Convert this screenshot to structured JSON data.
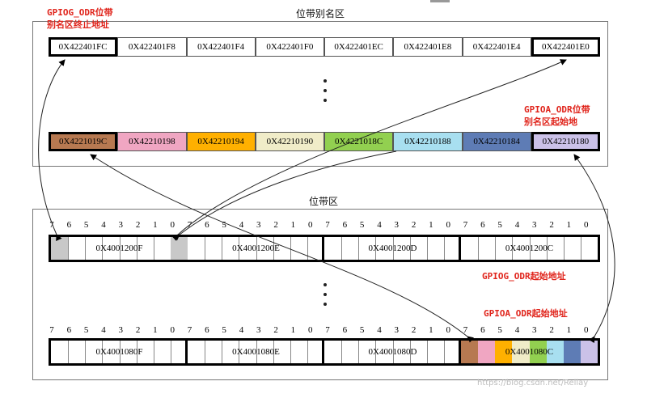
{
  "alias_region": {
    "title": "位带别名区",
    "row1": [
      "0X422401FC",
      "0X422401F8",
      "0X422401F4",
      "0X422401F0",
      "0X422401EC",
      "0X422401E8",
      "0X422401E4",
      "0X422401E0"
    ],
    "row2": [
      "0X4221019C",
      "0X42210198",
      "0X42210194",
      "0X42210190",
      "0X4221018C",
      "0X42210188",
      "0X42210184",
      "0X42210180"
    ],
    "row2_colors": [
      "#b77951",
      "#f0a6c2",
      "#ffb000",
      "#f0ecc8",
      "#92d050",
      "#a8dff0",
      "#5e7cb5",
      "#cbc1e8"
    ]
  },
  "bitband_region": {
    "title": "位带区",
    "bit_numbers": [
      "7",
      "6",
      "5",
      "4",
      "3",
      "2",
      "1",
      "0"
    ],
    "gpiog_bytes": [
      "0X4001200F",
      "0X4001200E",
      "0X4001200D",
      "0X4001200C"
    ],
    "gpioa_bytes": [
      "0X4001080F",
      "0X4001080E",
      "0X4001080D",
      "0X4001080C"
    ]
  },
  "notes": {
    "gpiog_alias_end": "GPIOG_ODR位带\n别名区终止地址",
    "gpioa_alias_start": "GPIOA_ODR位带\n别名区起始地",
    "gpiog_start": "GPIOG_ODR起始地址",
    "gpioa_start": "GPIOA_ODR起始地址"
  },
  "highlight_color": "#c8c8c8",
  "accent_red": "#e0241b",
  "watermark": "https://blog.csdn.net/Rellay"
}
